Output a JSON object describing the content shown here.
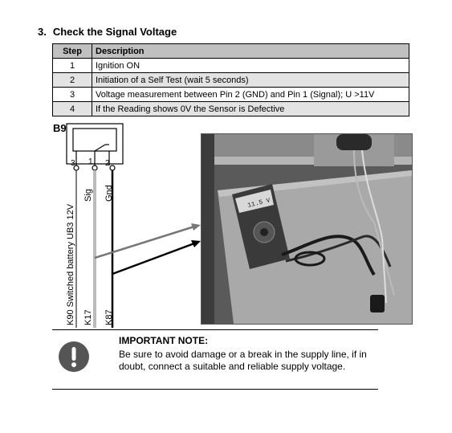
{
  "section": {
    "number": "3.",
    "title": "Check the Signal Voltage"
  },
  "table": {
    "headers": [
      "Step",
      "Description"
    ],
    "rows": [
      {
        "step": "1",
        "description": "Ignition ON"
      },
      {
        "step": "2",
        "description": "Initiation of a Self Test (wait 5 seconds)"
      },
      {
        "step": "3",
        "description": "Voltage measurement between Pin 2 (GND) and Pin 1 (Signal); U >11V"
      },
      {
        "step": "4",
        "description": "If the Reading shows 0V the Sensor is Defective"
      }
    ]
  },
  "diagram": {
    "component": "B9",
    "pins": [
      "3",
      "1",
      "2"
    ],
    "wire_labels": [
      "K90 Switched battery UB3 12V",
      "K17",
      "K87"
    ],
    "signal_labels": [
      "Sig",
      "Gnd"
    ]
  },
  "photo": {
    "meter_display": "11.5 V"
  },
  "note": {
    "icon": "exclamation-icon",
    "title": "IMPORTANT NOTE:",
    "body": "Be sure to avoid damage or a break in the supply line, if in doubt, connect a suitable and reliable supply voltage."
  }
}
